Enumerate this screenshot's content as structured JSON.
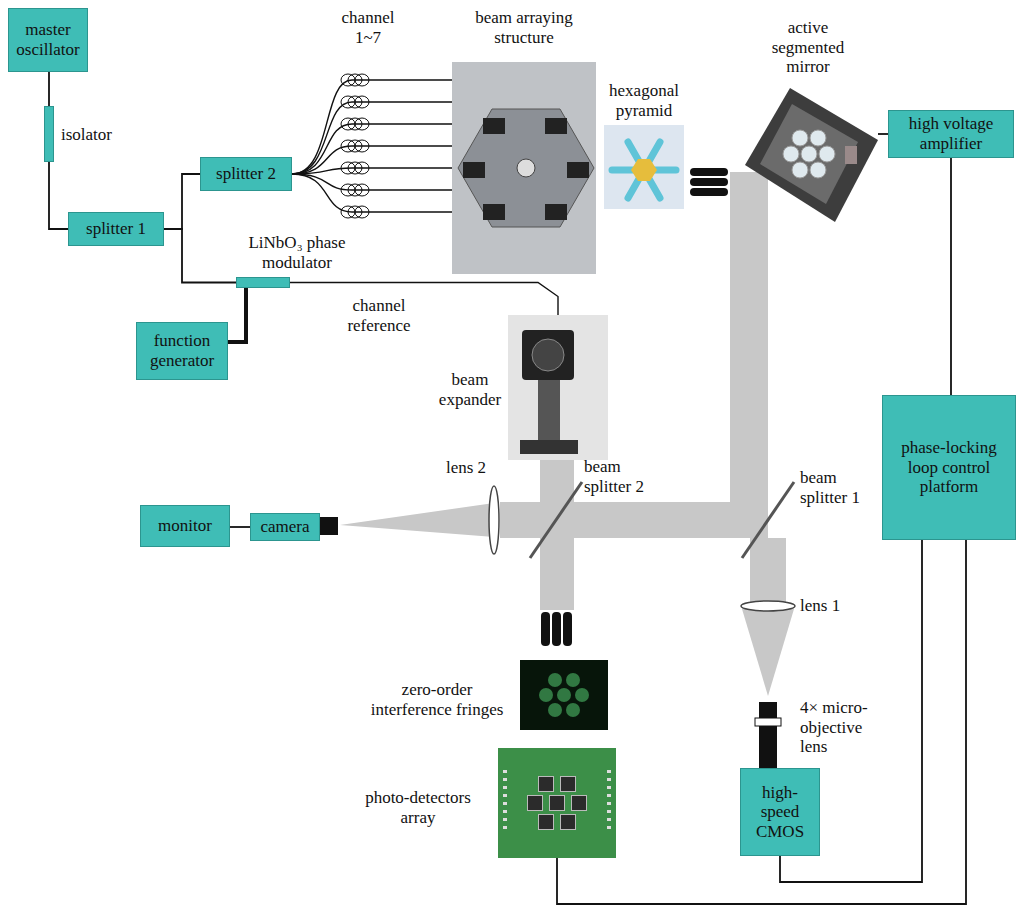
{
  "diagram": {
    "nodes": [
      {
        "text": [
          "master oscillator"
        ]
      },
      {
        "text": [
          "isolator"
        ]
      },
      {
        "text": [
          "splitter 1"
        ]
      },
      {
        "text": [
          "splitter 2"
        ]
      },
      {
        "text": [
          "LiNbO₃ phase modulator"
        ]
      },
      {
        "text": [
          "function generator"
        ]
      },
      {
        "text": [
          "beam arraying structure"
        ]
      },
      {
        "text": [
          "hexagonal pyramid"
        ]
      },
      {
        "text": [
          "active segmented mirror"
        ]
      },
      {
        "text": [
          "high voltage amplifier"
        ]
      },
      {
        "text": [
          "beam expander"
        ]
      },
      {
        "text": [
          "monitor"
        ]
      },
      {
        "text": [
          "camera"
        ]
      },
      {
        "text": [
          "phase-locking loop control platform"
        ]
      },
      {
        "text": [
          "zero-order interference fringes"
        ]
      },
      {
        "text": [
          "photo-detectors array"
        ]
      },
      {
        "text": [
          "high-speed CMOS"
        ]
      }
    ],
    "edges": [
      {
        "from": 0,
        "to": 1,
        "arrow": "none"
      },
      {
        "from": 1,
        "to": 2,
        "arrow": "none"
      },
      {
        "from": 2,
        "to": 3,
        "arrow": "none"
      },
      {
        "from": 2,
        "to": 4,
        "arrow": "none"
      },
      {
        "from": 5,
        "to": 4,
        "arrow": "none"
      },
      {
        "from": 3,
        "to": 6,
        "arrow": "none"
      },
      {
        "from": 4,
        "to": 10,
        "label": "channel reference",
        "arrow": "none"
      },
      {
        "from": 8,
        "to": 9,
        "arrow": "none"
      },
      {
        "from": 9,
        "to": 13,
        "arrow": "none"
      },
      {
        "from": 15,
        "to": 13,
        "arrow": "none"
      },
      {
        "from": 16,
        "to": 13,
        "arrow": "none"
      },
      {
        "from": 12,
        "to": 11,
        "arrow": "none"
      }
    ],
    "labels": [
      "channel 1~7",
      "lens 2",
      "beam splitter 2",
      "beam splitter 1",
      "lens 1",
      "4× micro-objective lens"
    ]
  }
}
